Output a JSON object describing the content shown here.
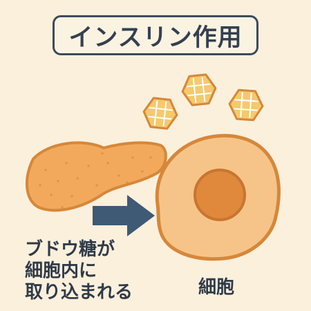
{
  "title": "インスリン作用",
  "caption": {
    "line1": "ブドウ糖が",
    "line2": "細胞内に",
    "line3": "取り込まれる"
  },
  "cell_label": "細胞",
  "icons": {
    "organ": "pancreas-icon",
    "arrow": "arrow-right-icon",
    "glucose": "glucose-molecule-icon",
    "cell": "cell-icon"
  },
  "colors": {
    "background": "#faf0dc",
    "pancreas_fill": "#f2a95c",
    "outline": "#d6873a",
    "arrow": "#3e5a74",
    "cell_fill": "#f6c488",
    "nucleus": "#e0883c",
    "glucose_fill": "#f5c96c",
    "text": "#2f3a48"
  }
}
